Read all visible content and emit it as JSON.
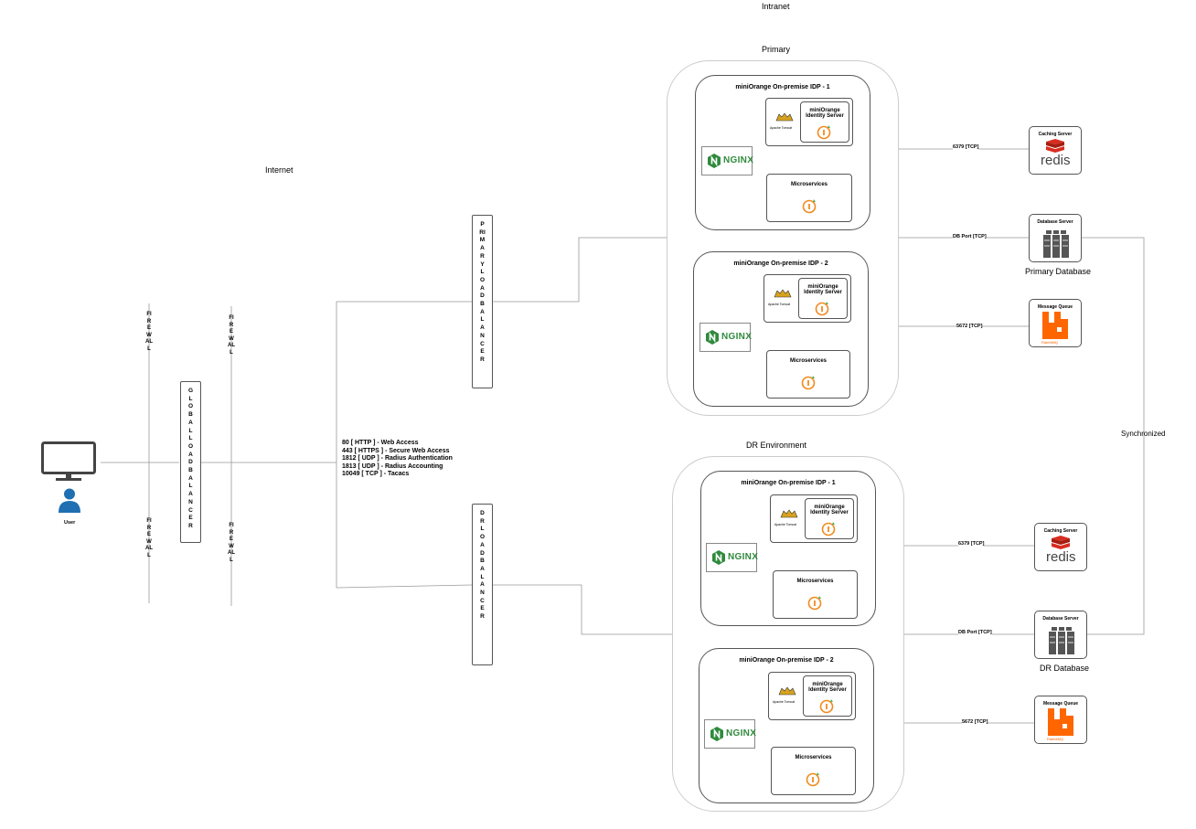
{
  "zones": {
    "intranet": "Intranet",
    "internet": "Internet",
    "primary": "Primary",
    "dr": "DR Environment"
  },
  "user": {
    "label": "User"
  },
  "firewall": {
    "label": "FIREWALL"
  },
  "load_balancers": {
    "global": "GLOBAL LOAD BALANCER",
    "primary": "PRIMARY LOAD BALANCER",
    "dr": "DR LOAD BALANCER"
  },
  "ports": {
    "items": [
      "80 [ HTTP ] - Web Access",
      "443 [ HTTPS ] - Secure Web Access",
      "1812 [ UDP ] - Radius Authentication",
      "1813 [ UDP ] - Radius Accounting",
      "10049 [ TCP ] - Tacacs"
    ]
  },
  "idp": {
    "idp1": "miniOrange On-premise IDP - 1",
    "idp2": "miniOrange On-premise IDP - 2",
    "identity_server": "miniOrange Identity Server",
    "microservices": "Microservices",
    "tomcat": "Apache Tomcat",
    "nginx": "NGINX"
  },
  "servers": {
    "caching": "Caching Server",
    "database": "Database Server",
    "queue": "Message Queue",
    "redis": "redis",
    "rabbit": "RabbitMQ"
  },
  "connections": {
    "redis_port": "6379 [TCP]",
    "db_port": "DB Port [TCP]",
    "mq_port": "5672 [TCP]"
  },
  "databases": {
    "primary": "Primary Database",
    "dr": "DR Database"
  },
  "sync": "Synchronized",
  "colors": {
    "nginx": "#2f8a3d",
    "redis": "#d82c20",
    "rabbit": "#ff6600",
    "user": "#1f6fb2",
    "lines": "#999999"
  }
}
